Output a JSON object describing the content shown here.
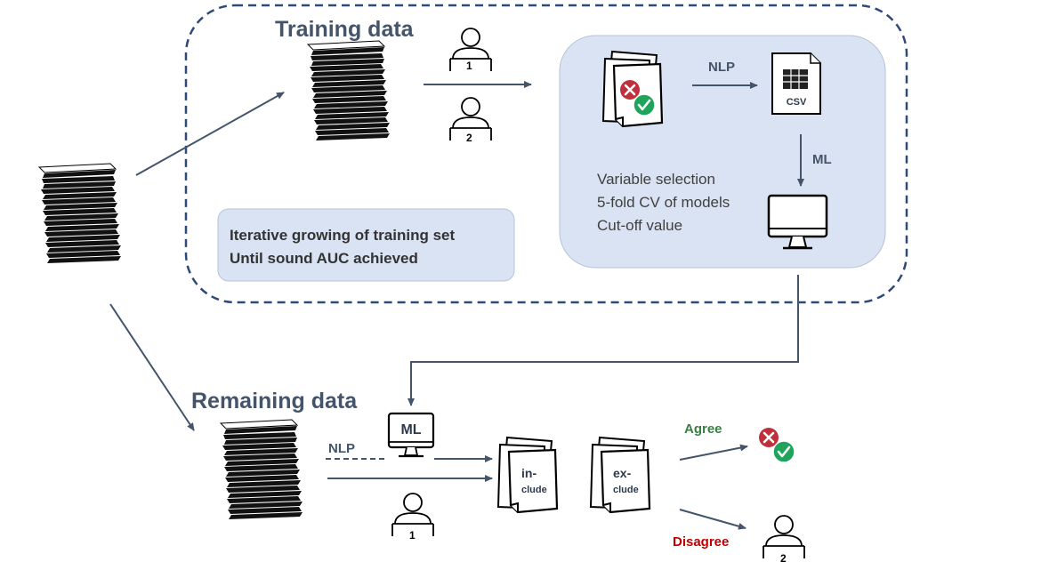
{
  "training": {
    "title": "Training data"
  },
  "remaining": {
    "title": "Remaining data"
  },
  "reviewers": {
    "r1": "1",
    "r2": "2"
  },
  "process": {
    "nlp": "NLP",
    "ml": "ML",
    "csv": "CSV",
    "steps": [
      "Variable selection",
      "5-fold CV of models",
      "Cut-off value"
    ]
  },
  "iterative": {
    "line1": "Iterative growing of training set",
    "line2": "Until sound AUC achieved"
  },
  "lower": {
    "ml": "ML",
    "nlp": "NLP",
    "include_a": "in-",
    "include_b": "clude",
    "exclude_a": "ex-",
    "exclude_b": "clude",
    "agree": "Agree",
    "disagree": "Disagree"
  },
  "colors": {
    "navy": "#2f4a78",
    "slate": "#44546a",
    "panel": "#dae3f3",
    "red": "#c0303c",
    "green": "#1fa55b",
    "agree": "#3a7d44",
    "disagree": "#c00000"
  }
}
